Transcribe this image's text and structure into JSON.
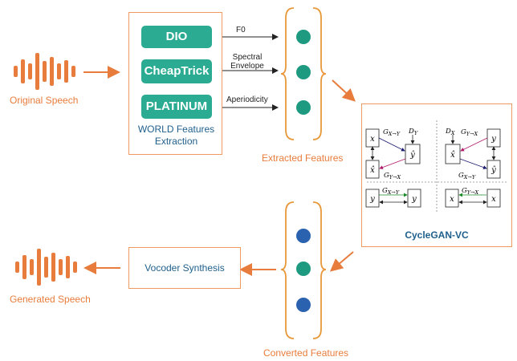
{
  "labels": {
    "original_speech": "Original Speech",
    "generated_speech": "Generated Speech",
    "extracted_features": "Extracted Features",
    "converted_features": "Converted Features",
    "world_line1": "WORLD Features",
    "world_line2": "Extraction",
    "cyclegan": "CycleGAN-VC",
    "vocoder": "Vocoder Synthesis"
  },
  "extractors": [
    "DIO",
    "CheapTrick",
    "PLATINUM"
  ],
  "feature_labels": {
    "f0": "F0",
    "spectral_line1": "Spectral",
    "spectral_line2": "Envelope",
    "aperiodicity": "Aperiodicity"
  },
  "colors": {
    "orange": "#e87c3c",
    "teal": "#1e9a80",
    "blue": "#2a62b0",
    "pill": "#2bab92",
    "text_blue": "#1f5f8c"
  }
}
